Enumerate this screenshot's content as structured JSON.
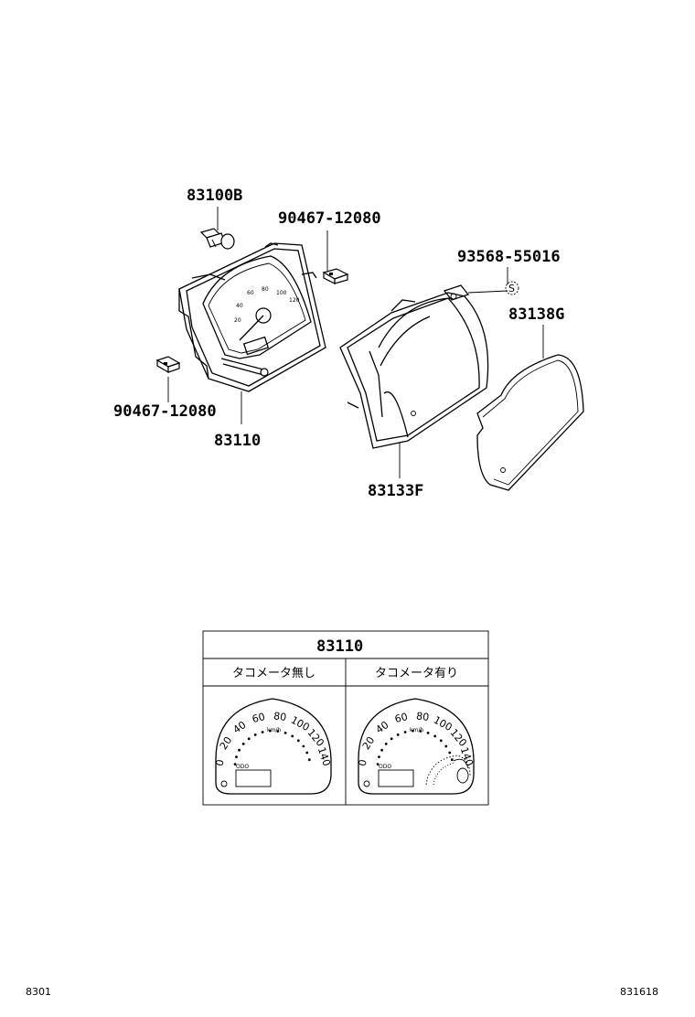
{
  "parts": {
    "bulb": "83100B",
    "clip_right": "90467-12080",
    "clip_left": "90467-12080",
    "screw": "93568-55016",
    "meter_assy": "83110",
    "case": "83133F",
    "glass": "83138G",
    "screw_symbol": "S"
  },
  "table": {
    "title": "83110",
    "col_left": "タコメータ無し",
    "col_right": "タコメータ有り",
    "left_dial": [
      "0",
      "20",
      "40",
      "60",
      "80",
      "100",
      "120",
      "140"
    ],
    "right_dial": [
      "0",
      "20",
      "40",
      "60",
      "80",
      "100",
      "120",
      "140"
    ],
    "unit": "km/h"
  },
  "footer": {
    "left_code": "8301",
    "right_code": "831618"
  }
}
